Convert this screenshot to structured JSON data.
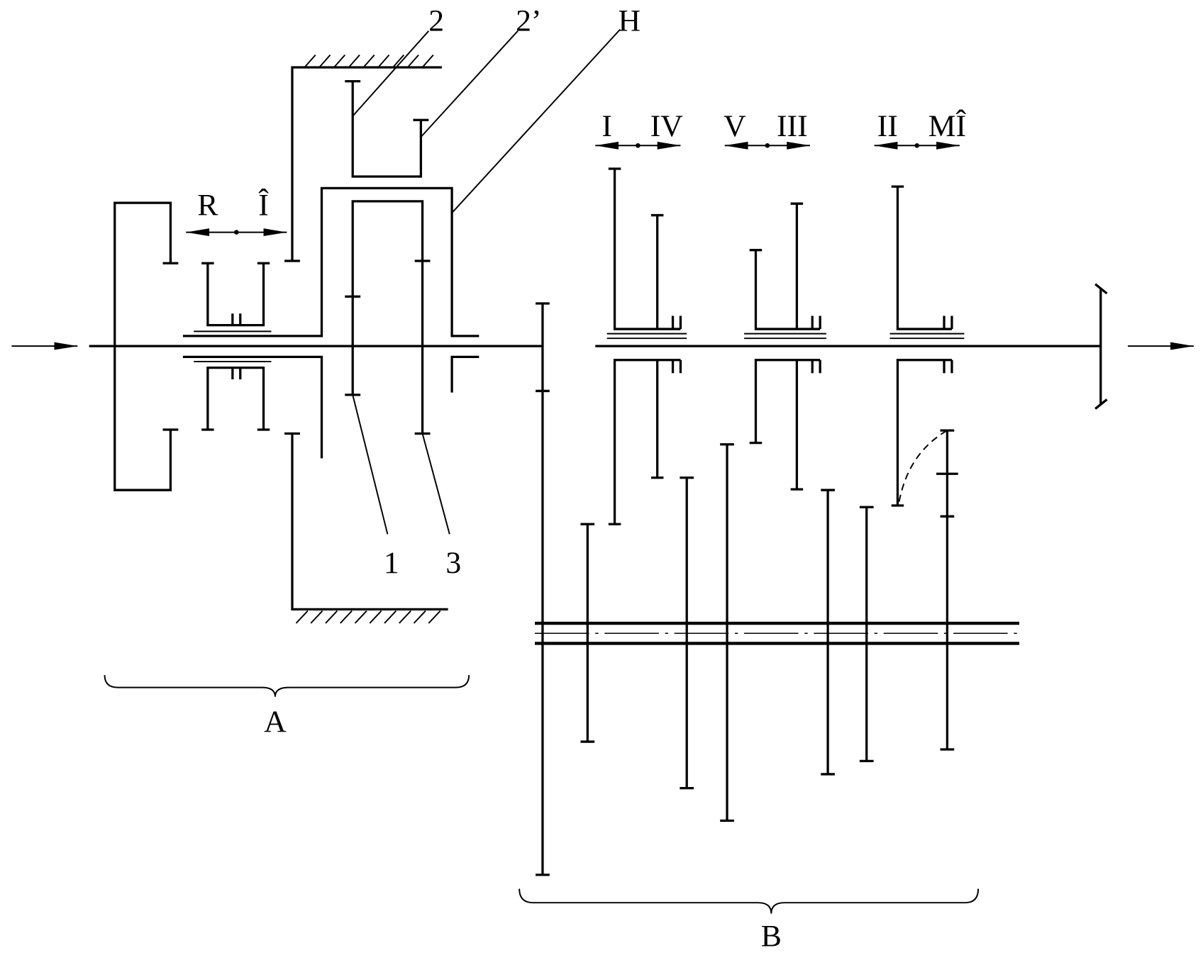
{
  "leader_labels": {
    "planet_gear_2": "2",
    "planet_gear_2_prime": "2’",
    "carrier": "H",
    "gear_1": "1",
    "gear_3": "3"
  },
  "range_shift": {
    "left": "R",
    "right": "Î"
  },
  "gear_shifts": [
    {
      "left": "I",
      "right": "IV"
    },
    {
      "left": "V",
      "right": "III"
    },
    {
      "left": "II",
      "right": "MÎ"
    }
  ],
  "groups": {
    "left": "A",
    "right": "B"
  }
}
